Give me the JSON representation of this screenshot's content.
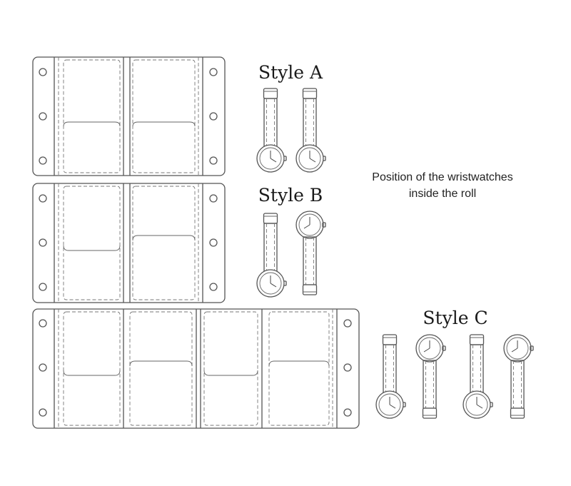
{
  "labels": {
    "style_a": "Style A",
    "style_b": "Style B",
    "style_c": "Style C"
  },
  "caption": {
    "line1": "Position of the wristwatches",
    "line2": "inside the roll"
  },
  "colors": {
    "stroke": "#555555",
    "dashed_stitch": "#777777",
    "background": "#ffffff"
  },
  "icons": {
    "snap": "snap-button-icon",
    "watch": "wristwatch-icon"
  }
}
